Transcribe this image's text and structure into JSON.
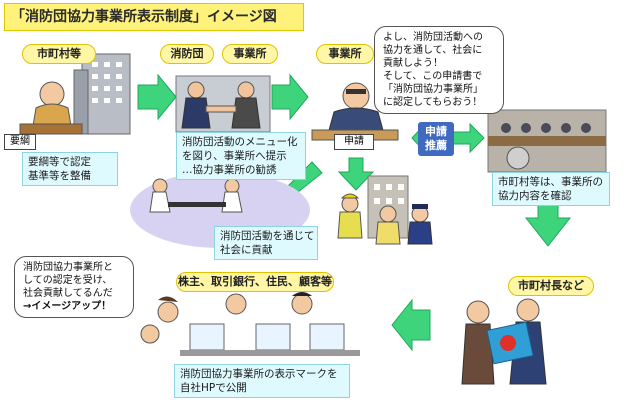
{
  "title": "「消防団協力事業所表示制度」イメージ図",
  "tags": {
    "municipality": "市町村等",
    "fire_corps": "消防団",
    "business_1": "事業所",
    "business_2": "事業所",
    "mayor": "市町村長など",
    "stakeholders": "株主、取引銀行、住民、顧客等"
  },
  "labels": {
    "yoko": "要綱",
    "application": "申請",
    "apply_recommend": [
      "申請",
      "推薦"
    ]
  },
  "boxes": {
    "criteria": [
      "要綱等で認定",
      "基準等を整備"
    ],
    "menu": [
      "消防団活動のメニュー化",
      "を図り、事業所へ提示",
      "…協力事業所の勧誘"
    ],
    "confirm": [
      "市町村等は、事業所の",
      "協力内容を確認"
    ],
    "contribution": [
      "消防団活動を通じて",
      "社会に貢献"
    ],
    "publish": [
      "消防団協力事業所の表示マークを",
      "自社HPで公開"
    ]
  },
  "bubbles": {
    "top": [
      "よし、消防団活動への",
      "協力を通して、社会に",
      "貢献しよう！",
      "そして、この申請書で",
      "「消防団協力事業所」",
      "に認定してもらおう！"
    ],
    "left": [
      "消防団協力事業所と",
      "しての認定を受け、",
      "社会貢献してるんだ",
      "→イメージアップ！"
    ]
  },
  "colors": {
    "arrow": "#3ed47c",
    "arrow_dark": "#1fa85a",
    "tag_fill": "#fff6a6",
    "box_fill": "#dffaff",
    "badge": "#3f6ac0",
    "ellipse": "#d7d2f2",
    "title_fill": "#fff27a"
  }
}
